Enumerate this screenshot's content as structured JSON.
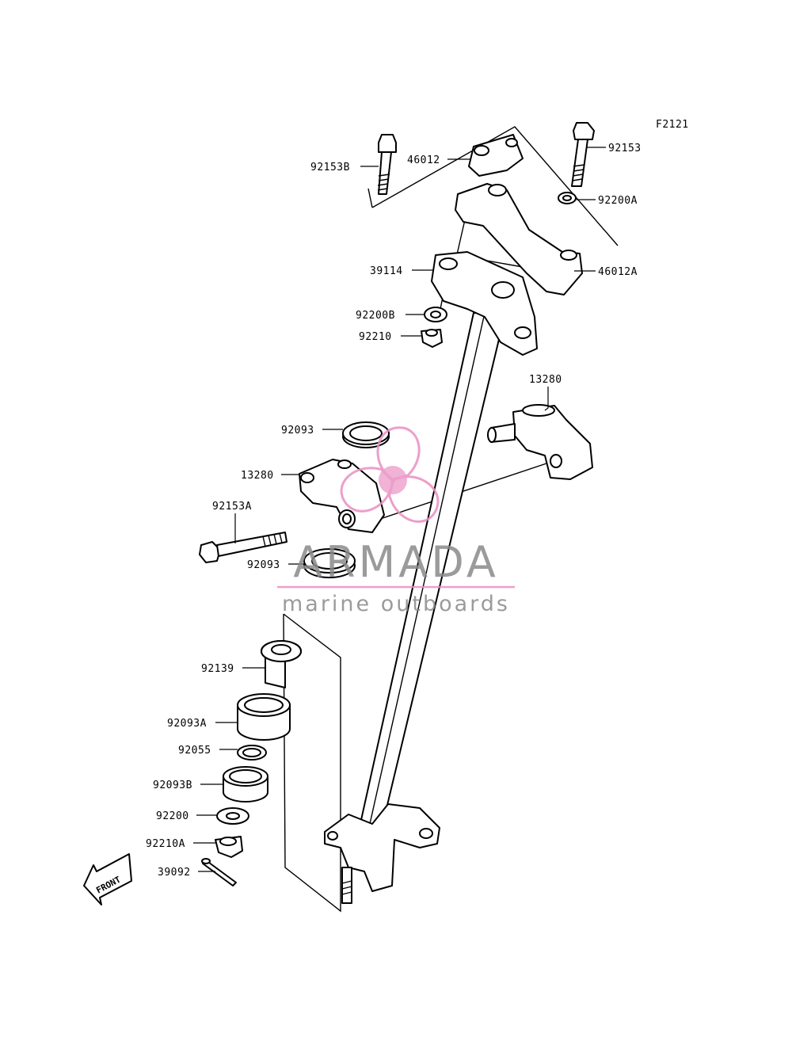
{
  "figure_code": "F2121",
  "part_labels": [
    {
      "id": "92153B",
      "text": "92153B"
    },
    {
      "id": "46012",
      "text": "46012"
    },
    {
      "id": "92153",
      "text": "92153"
    },
    {
      "id": "92200A",
      "text": "92200A"
    },
    {
      "id": "39114",
      "text": "39114"
    },
    {
      "id": "46012A",
      "text": "46012A"
    },
    {
      "id": "92200B",
      "text": "92200B"
    },
    {
      "id": "92210",
      "text": "92210"
    },
    {
      "id": "13280-right",
      "text": "13280"
    },
    {
      "id": "92093-upper",
      "text": "92093"
    },
    {
      "id": "13280-left",
      "text": "13280"
    },
    {
      "id": "92153A",
      "text": "92153A"
    },
    {
      "id": "92093-lower",
      "text": "92093"
    },
    {
      "id": "92139",
      "text": "92139"
    },
    {
      "id": "92093A",
      "text": "92093A"
    },
    {
      "id": "92055",
      "text": "92055"
    },
    {
      "id": "92093B",
      "text": "92093B"
    },
    {
      "id": "92200",
      "text": "92200"
    },
    {
      "id": "92210A",
      "text": "92210A"
    },
    {
      "id": "39092",
      "text": "39092"
    }
  ],
  "front_arrow": {
    "text": "FRONT"
  },
  "watermark": {
    "brand": "ARMADA",
    "tagline": "marine outboards",
    "accent_color": "#ea8fc2",
    "text_color": "#8a8a8a"
  }
}
